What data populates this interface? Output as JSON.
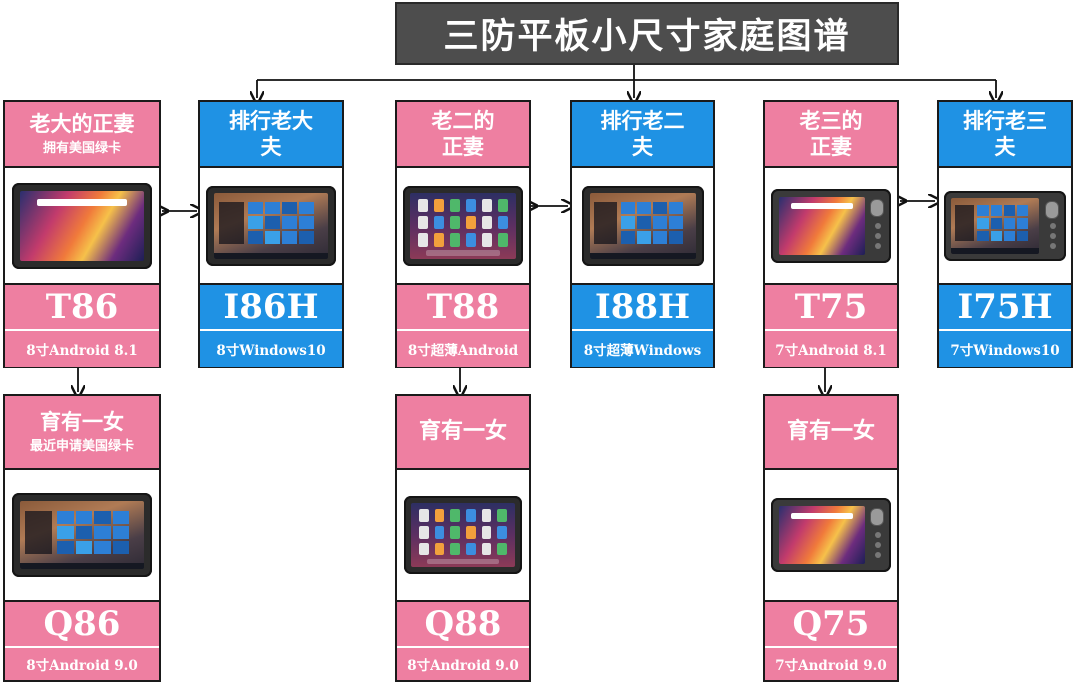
{
  "title": "三防平板小尺寸家庭图谱",
  "colors": {
    "pink": "#ee7fa1",
    "blue": "#1f92e4",
    "title_bg": "#4d4d4d"
  },
  "row1": [
    {
      "role_line1": "老大的正妻",
      "role_line2": "拥有美国绿卡",
      "model": "T86",
      "spec": "8寸Android 8.1",
      "color": "pink",
      "screen": "android"
    },
    {
      "role_line1": "排行老大",
      "role_line2": "夫",
      "model": "I86H",
      "spec": "8寸Windows10",
      "color": "blue",
      "screen": "win"
    },
    {
      "role_line1": "老二的",
      "role_line2": "正妻",
      "model": "T88",
      "spec": "8寸超薄Android",
      "color": "pink",
      "screen": "ipad"
    },
    {
      "role_line1": "排行老二",
      "role_line2": "夫",
      "model": "I88H",
      "spec": "8寸超薄Windows",
      "color": "blue",
      "screen": "win"
    },
    {
      "role_line1": "老三的",
      "role_line2": "正妻",
      "model": "T75",
      "spec": "7寸Android 8.1",
      "color": "pink",
      "screen": "android"
    },
    {
      "role_line1": "排行老三",
      "role_line2": "夫",
      "model": "I75H",
      "spec": "7寸Windows10",
      "color": "blue",
      "screen": "win"
    }
  ],
  "row2": [
    {
      "role_line1": "育有一女",
      "role_line2": "最近申请美国绿卡",
      "model": "Q86",
      "spec": "8寸Android 9.0",
      "color": "pink",
      "screen": "win"
    },
    {
      "role_line1": "育有一女",
      "role_line2": "",
      "model": "Q88",
      "spec": "8寸Android 9.0",
      "color": "pink",
      "screen": "ipad"
    },
    {
      "role_line1": "育有一女",
      "role_line2": "",
      "model": "Q75",
      "spec": "7寸Android 9.0",
      "color": "pink",
      "screen": "android"
    }
  ]
}
